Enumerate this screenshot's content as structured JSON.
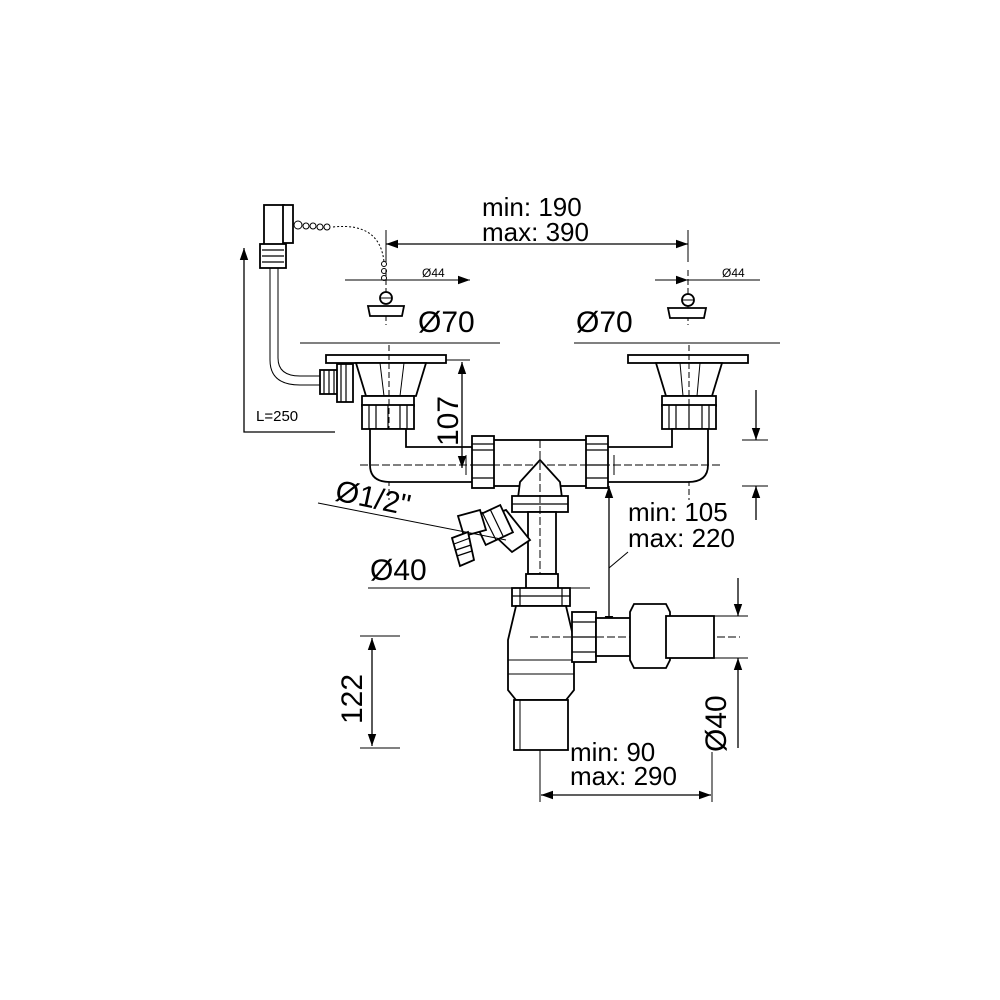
{
  "dimensions": {
    "spacing_top_min": "min:  190",
    "spacing_top_max": "max: 390",
    "left_small_dia": "Ø44",
    "right_small_dia": "Ø44",
    "left_big_dia": "Ø70",
    "right_big_dia": "Ø70",
    "height_107": "107",
    "overflow_length": "L=250",
    "connection_dia": "Ø1/2\"",
    "pipe_dia": "Ø40",
    "drop_min": "min:  105",
    "drop_max": "max: 220",
    "trap_height": "122",
    "outlet_dia": "Ø40",
    "outlet_min": "min:       90",
    "outlet_max": "max: 290"
  }
}
